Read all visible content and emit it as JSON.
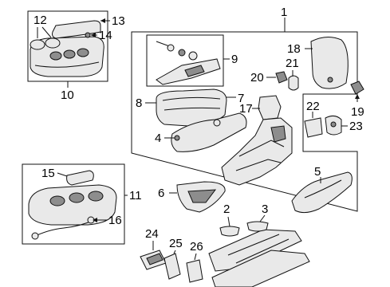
{
  "diagram": {
    "callouts": {
      "c1": "1",
      "c2": "2",
      "c3": "3",
      "c4": "4",
      "c5": "5",
      "c6": "6",
      "c7": "7",
      "c8": "8",
      "c9": "9",
      "c10": "10",
      "c11": "11",
      "c12": "12",
      "c13": "13",
      "c14": "14",
      "c15": "15",
      "c16": "16",
      "c17": "17",
      "c18": "18",
      "c19": "19",
      "c20": "20",
      "c21": "21",
      "c22": "22",
      "c23": "23",
      "c24": "24",
      "c25": "25",
      "c26": "26"
    },
    "colors": {
      "ink": "#111111",
      "part_fill": "#e9e9e9",
      "shade": "#8d8d8d",
      "background": "#ffffff"
    }
  }
}
